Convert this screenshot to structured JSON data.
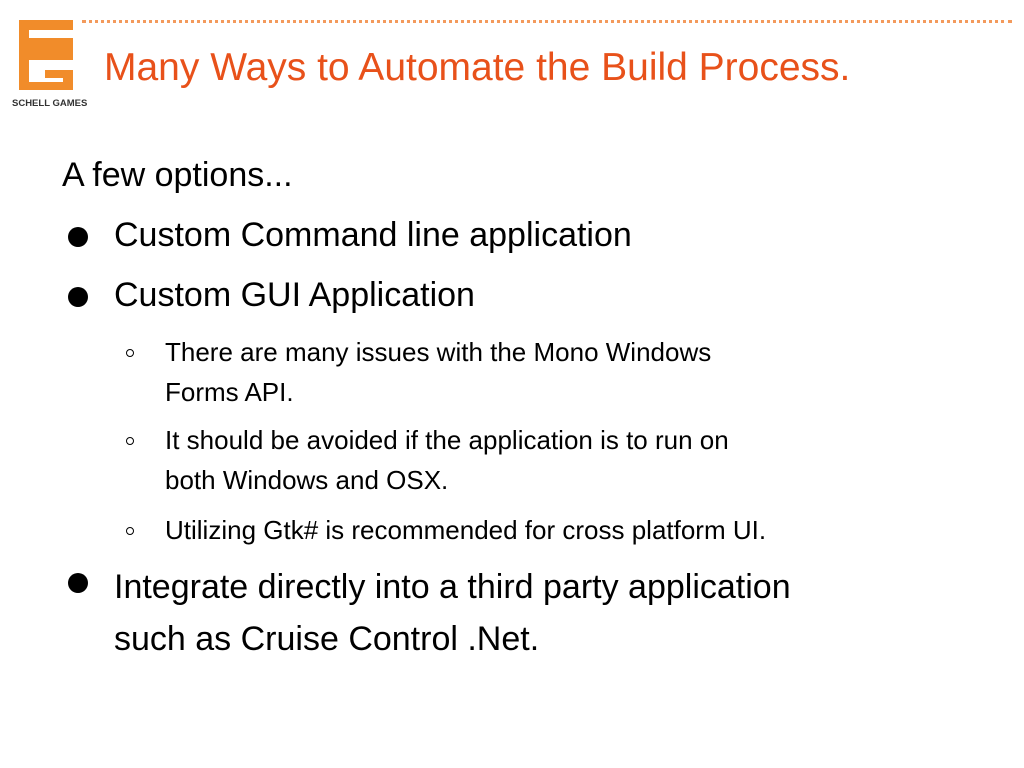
{
  "brand": {
    "logo_text": "SCHELL GAMES",
    "accent_color": "#f18c2a",
    "title_color": "#e8511a"
  },
  "slide": {
    "title": "Many Ways to Automate the Build Process.",
    "intro": "A few options...",
    "bullets": [
      {
        "text": "Custom Command line application"
      },
      {
        "text": "Custom GUI Application"
      },
      {
        "text_line1": "Integrate directly into a third party application",
        "text_line2": "such as Cruise Control .Net."
      }
    ],
    "sub_bullets": [
      {
        "line1": "There are many issues with the Mono Windows",
        "line2": "Forms API."
      },
      {
        "line1": "It should be avoided if the application is to run on",
        "line2": "both Windows and OSX."
      },
      {
        "line1": "Utilizing Gtk# is recommended for cross platform UI."
      }
    ]
  }
}
